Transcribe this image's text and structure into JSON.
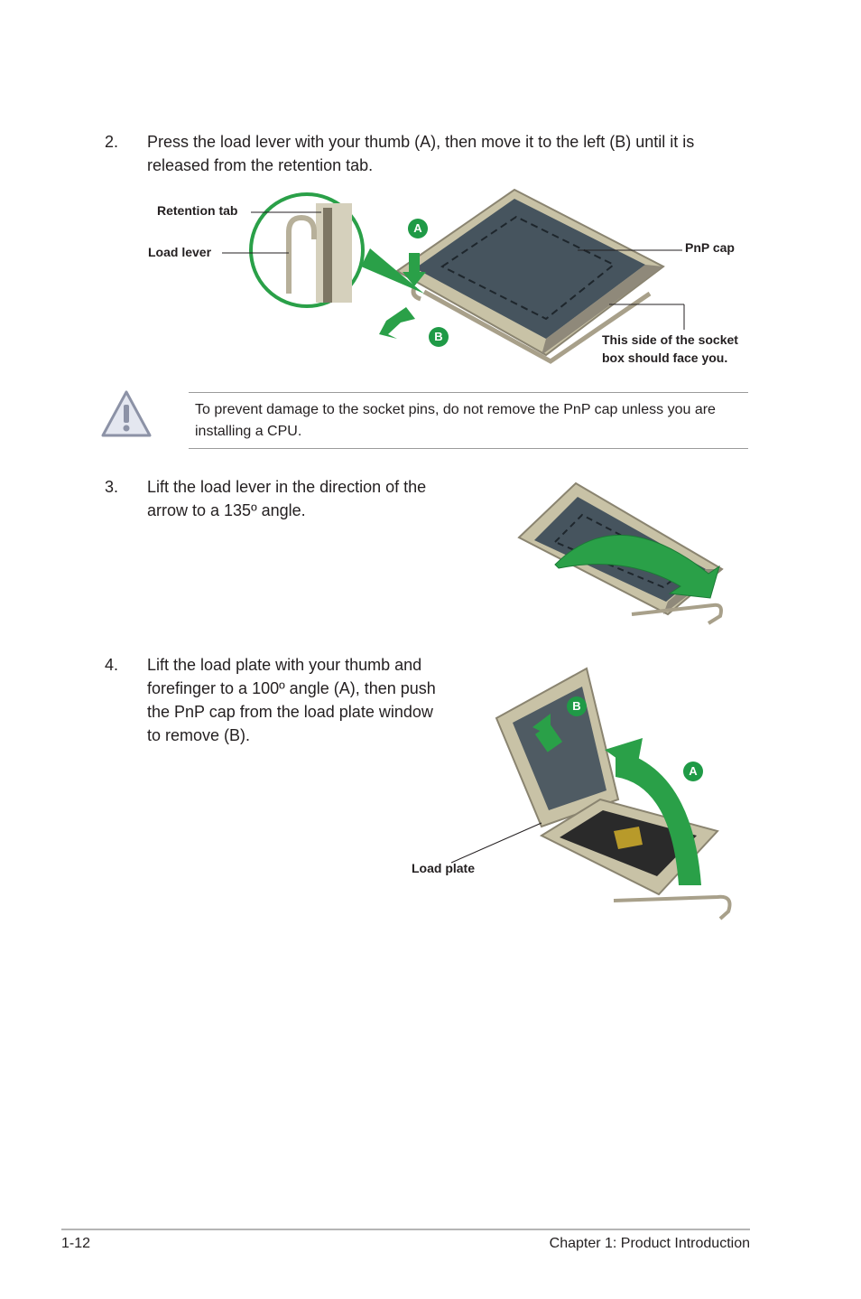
{
  "step2": {
    "number": "2.",
    "text": "Press the load lever with your thumb (A), then move it to the left (B) until it is released from the retention tab."
  },
  "figure1": {
    "label_retention_tab": "Retention tab",
    "label_load_lever": "Load lever",
    "label_pnp_cap": "PnP cap",
    "label_face_line1": "This side of the socket",
    "label_face_line2": "box should face you.",
    "badge_a": "A",
    "badge_b": "B"
  },
  "caution": {
    "icon": "warning-triangle-icon",
    "text": "To prevent damage to the socket pins, do not remove the PnP cap unless you are installing a CPU."
  },
  "step3": {
    "number": "3.",
    "text": "Lift the load lever in the direction of the arrow to a 135º angle."
  },
  "step4": {
    "number": "4.",
    "text": "Lift the load plate with your thumb and forefinger to a 100º angle (A), then push the PnP cap from the load plate window to remove (B)."
  },
  "figure3": {
    "badge_a": "A",
    "badge_b": "B",
    "label_load_plate": "Load plate"
  },
  "footer": {
    "page_number": "1-12",
    "chapter": "Chapter 1: Product Introduction"
  },
  "colors": {
    "accent_green": "#1f9a46",
    "socket_dark": "#3c4a55",
    "metal": "#b9b39a"
  }
}
